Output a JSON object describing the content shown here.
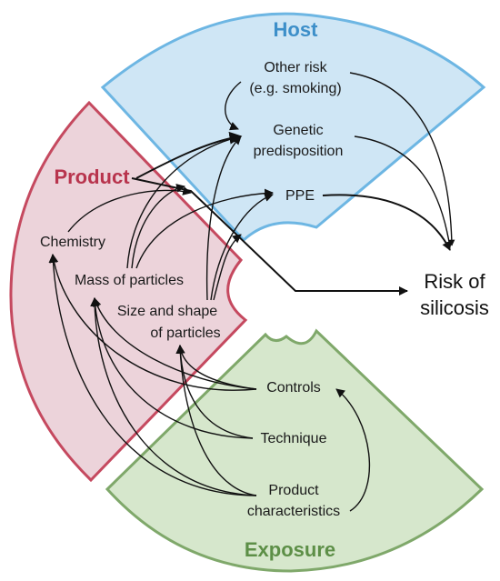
{
  "colors": {
    "host_fill": "#cfe6f5",
    "host_stroke": "#6db6e3",
    "host_title": "#3d8fc9",
    "product_fill": "#ecd3da",
    "product_stroke": "#c5495f",
    "product_title": "#b8344d",
    "exposure_fill": "#d6e7cc",
    "exposure_stroke": "#7fa86a",
    "exposure_title": "#5d8f47"
  },
  "sectors": {
    "host": {
      "title": "Host",
      "items": {
        "other_risk_1": "Other risk",
        "other_risk_2": "(e.g. smoking)",
        "genetic_1": "Genetic",
        "genetic_2": "predisposition",
        "ppe": "PPE"
      }
    },
    "product": {
      "title": "Product",
      "items": {
        "chemistry": "Chemistry",
        "mass": "Mass of particles",
        "size_1": "Size and shape",
        "size_2": "of particles"
      }
    },
    "exposure": {
      "title": "Exposure",
      "items": {
        "controls": "Controls",
        "technique": "Technique",
        "product_char_1": "Product",
        "product_char_2": "characteristics"
      }
    }
  },
  "outcome": {
    "line_1": "Risk of",
    "line_2": "silicosis"
  }
}
